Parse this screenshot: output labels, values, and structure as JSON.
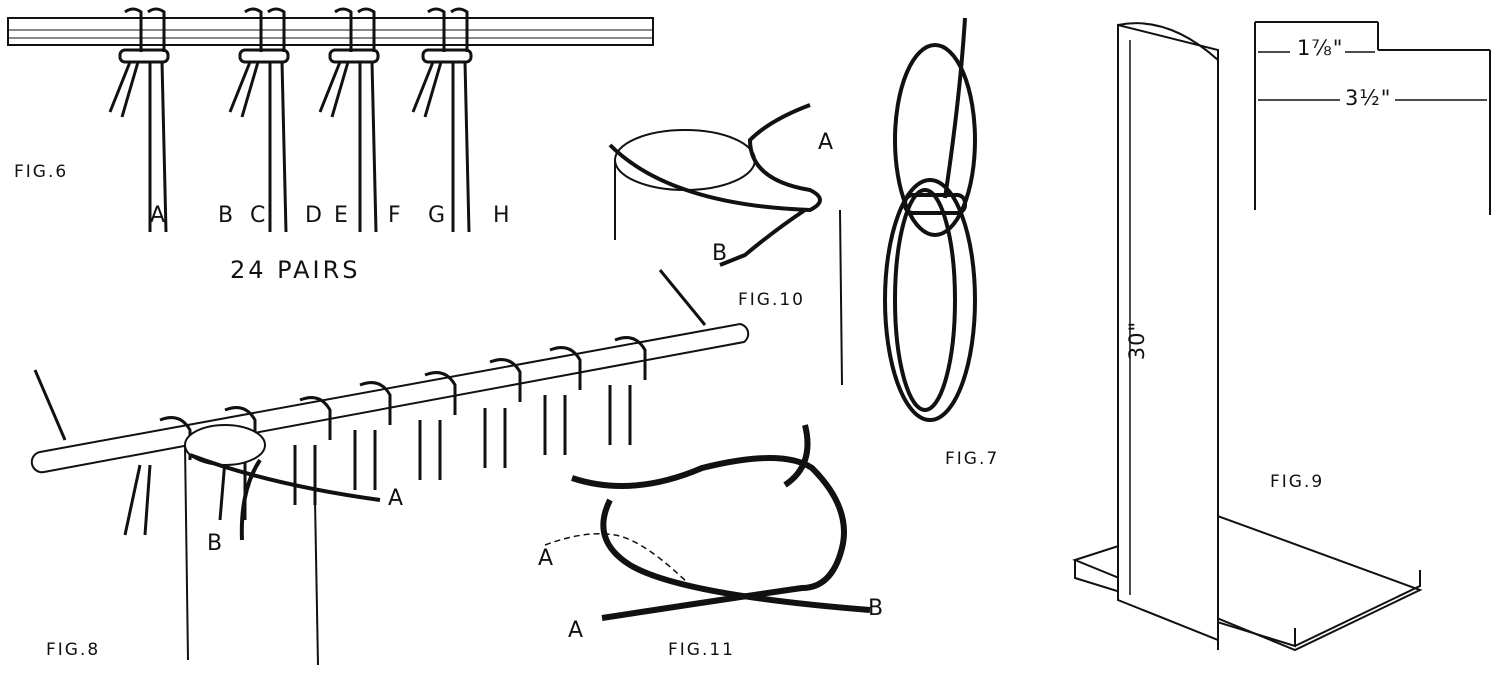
{
  "figures": {
    "fig6": {
      "caption": "FIG.6",
      "strand_labels": [
        "A",
        "B",
        "C",
        "D",
        "E",
        "F",
        "G",
        "H"
      ],
      "note": "24 PAIRS"
    },
    "fig7": {
      "caption": "FIG.7"
    },
    "fig8": {
      "caption": "FIG.8",
      "labels": {
        "a": "A",
        "b": "B"
      }
    },
    "fig9": {
      "caption": "FIG.9",
      "dimensions": {
        "top_short": "1⅞\"",
        "top_long": "3½\"",
        "height": "30\""
      }
    },
    "fig10": {
      "caption": "FIG.10",
      "labels": {
        "a": "A",
        "b": "B"
      }
    },
    "fig11": {
      "caption": "FIG.11",
      "labels": {
        "a_upper": "A",
        "a_lower": "A",
        "b": "B"
      }
    }
  }
}
